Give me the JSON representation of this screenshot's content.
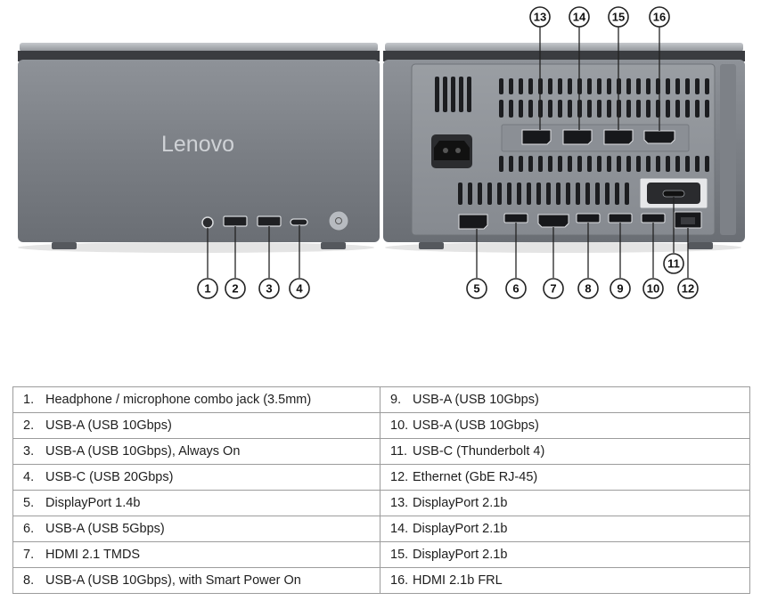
{
  "figure": {
    "brand_logo": "Lenovo",
    "callouts": [
      "1",
      "2",
      "3",
      "4",
      "5",
      "6",
      "7",
      "8",
      "9",
      "10",
      "11",
      "12",
      "13",
      "14",
      "15",
      "16"
    ]
  },
  "port_table": {
    "rows": [
      [
        {
          "num": "1.",
          "text": "Headphone / microphone combo jack (3.5mm)"
        },
        {
          "num": "9.",
          "text": "USB-A (USB 10Gbps)"
        }
      ],
      [
        {
          "num": "2.",
          "text": "USB-A (USB 10Gbps)"
        },
        {
          "num": "10.",
          "text": "USB-A (USB 10Gbps)"
        }
      ],
      [
        {
          "num": "3.",
          "text": "USB-A (USB 10Gbps), Always On"
        },
        {
          "num": "11.",
          "text": "USB-C (Thunderbolt 4)"
        }
      ],
      [
        {
          "num": "4.",
          "text": "USB-C (USB 20Gbps)"
        },
        {
          "num": "12.",
          "text": "Ethernet (GbE RJ-45)"
        }
      ],
      [
        {
          "num": "5.",
          "text": "DisplayPort 1.4b"
        },
        {
          "num": "13.",
          "text": "DisplayPort 2.1b"
        }
      ],
      [
        {
          "num": "6.",
          "text": "USB-A (USB 5Gbps)"
        },
        {
          "num": "14.",
          "text": "DisplayPort 2.1b"
        }
      ],
      [
        {
          "num": "7.",
          "text": "HDMI 2.1 TMDS"
        },
        {
          "num": "15.",
          "text": "DisplayPort 2.1b"
        }
      ],
      [
        {
          "num": "8.",
          "text": "USB-A (USB 10Gbps), with Smart Power On"
        },
        {
          "num": "16.",
          "text": "HDMI 2.1b FRL"
        }
      ]
    ]
  }
}
